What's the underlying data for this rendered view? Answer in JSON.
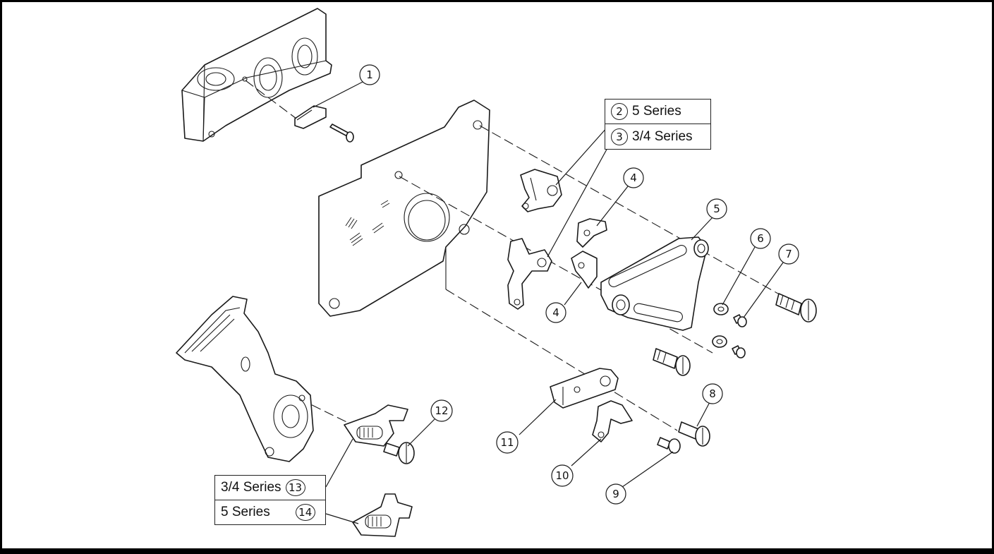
{
  "callouts": {
    "c1": "1",
    "c4a": "4",
    "c4b": "4",
    "c5": "5",
    "c6": "6",
    "c7": "7",
    "c8": "8",
    "c9": "9",
    "c10": "10",
    "c11": "11",
    "c12": "12"
  },
  "legend_top": {
    "row1": {
      "number": "2",
      "label": "5 Series"
    },
    "row2": {
      "number": "3",
      "label": "3/4 Series"
    }
  },
  "legend_bottom": {
    "row1": {
      "number": "13",
      "label": "3/4 Series"
    },
    "row2": {
      "number": "14",
      "label": "5 Series"
    }
  }
}
